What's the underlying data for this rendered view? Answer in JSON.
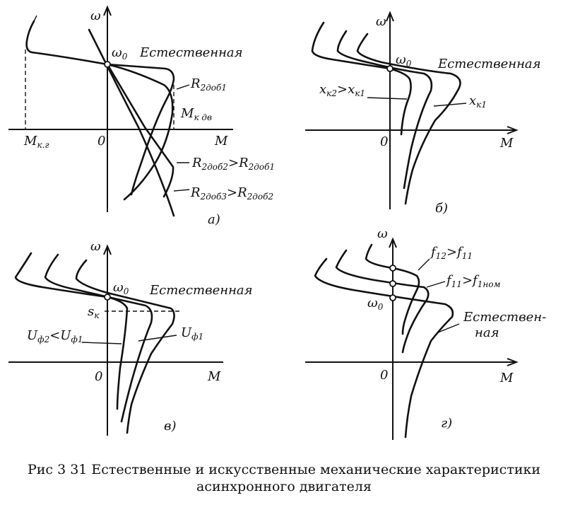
{
  "panel_a": {
    "omega": "ω",
    "omega0": "ω",
    "omega0_sub": "0",
    "natural": "Естественная",
    "r_dob1": "R",
    "r_dob1_sub": "2доб1",
    "mk_dv": "M",
    "mk_dv_sub": "к дв",
    "mkg": "M",
    "mkg_sub": "к.г",
    "zero": "0",
    "m": "M",
    "r_dob2_left": "R",
    "r_dob2_left_sub": "2доб2",
    "r_dob2_gt": ">",
    "r_dob2_right": "R",
    "r_dob2_right_sub": "2доб1",
    "r_dob3_left": "R",
    "r_dob3_left_sub": "2доб3",
    "r_dob3_gt": ">",
    "r_dob3_right": "R",
    "r_dob3_right_sub": "2доб2",
    "tag": "а)"
  },
  "panel_b": {
    "omega": "ω",
    "omega0": "ω",
    "omega0_sub": "0",
    "natural": "Естественная",
    "xk2": "x",
    "xk2_sub": "к2",
    "gt": ">",
    "xk1_left": "x",
    "xk1_left_sub": "к1",
    "xk1": "x",
    "xk1_sub": "к1",
    "zero": "0",
    "m": "M",
    "tag": "б)"
  },
  "panel_v": {
    "omega": "ω",
    "omega0": "ω",
    "omega0_sub": "0",
    "natural": "Естественная",
    "sk": "s",
    "sk_sub": "к",
    "uf2": "U",
    "uf2_sub": "ф2",
    "lt": "<",
    "uf1_left": "U",
    "uf1_left_sub": "ф1",
    "uf1": "U",
    "uf1_sub": "ф1",
    "zero": "0",
    "m": "M",
    "tag": "в)"
  },
  "panel_g": {
    "omega": "ω",
    "omega0": "ω",
    "omega0_sub": "0",
    "f12": "f",
    "f12_sub": "12",
    "gt1": ">",
    "f11_a": "f",
    "f11_a_sub": "11",
    "f11_b": "f",
    "f11_b_sub": "11",
    "gt2": ">",
    "f1nom": "f",
    "f1nom_sub": "1ном",
    "natural_1": "Естествен-",
    "natural_2": "ная",
    "zero": "0",
    "m": "M",
    "tag": "г)"
  },
  "caption": {
    "line1": "Рис  3 31  Естественные и искусственные механические характеристики",
    "line2": "асинхронного двигателя"
  }
}
